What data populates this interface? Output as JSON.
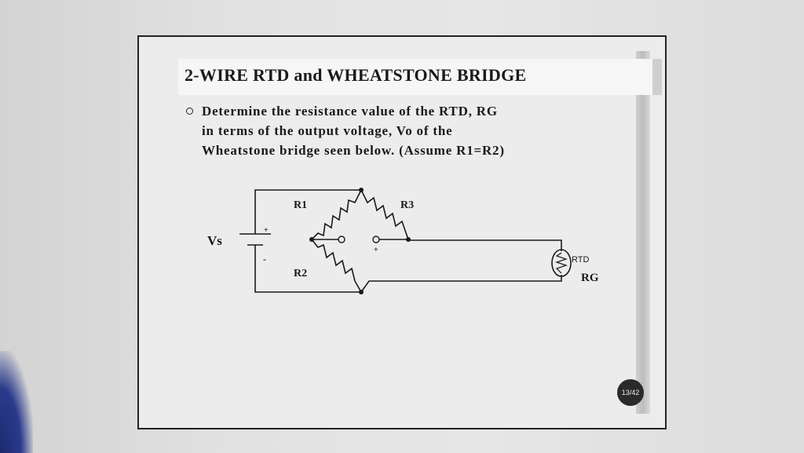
{
  "slide": {
    "title": "2-WIRE RTD and WHEATSTONE BRIDGE",
    "bullet_lines": [
      "Determine the resistance value of the RTD, RG",
      "in terms of the output voltage, Vo of the",
      "Wheatstone bridge seen below. (Assume R1=R2)"
    ],
    "page_number": "13/42"
  },
  "circuit": {
    "source_label": "Vs",
    "plus": "+",
    "minus": "-",
    "r1": "R1",
    "r2": "R2",
    "r3": "R3",
    "rtd_tag": "RTD",
    "rtd_label": "RG"
  }
}
